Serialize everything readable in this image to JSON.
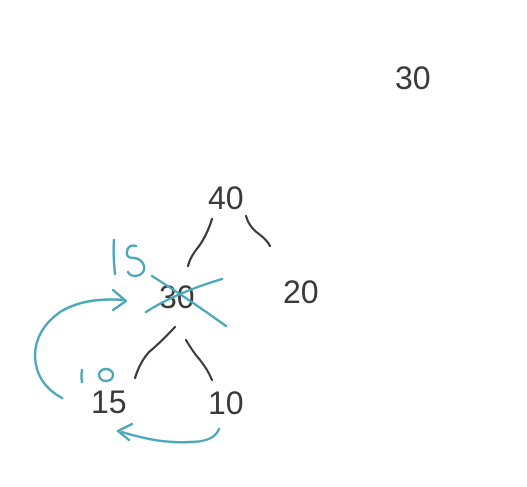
{
  "extracted_value": "30",
  "tree": {
    "root": "40",
    "left": "30",
    "right": "20",
    "left_left": "15",
    "left_right": "10"
  },
  "annotations": {
    "new_parent_value": "15",
    "new_child_value": "10"
  },
  "colors": {
    "ink": "#3a3a3a",
    "annotation": "#4aa8b8"
  }
}
